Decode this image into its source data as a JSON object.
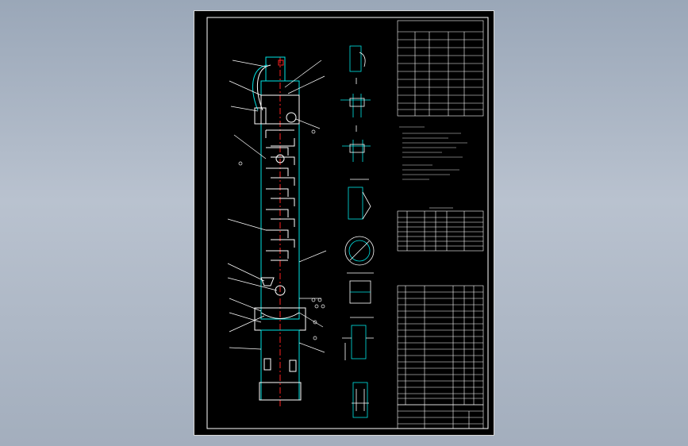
{
  "colors": {
    "background_top": "#9aa7b8",
    "background_bottom": "#a3aebd",
    "sheet": "#000000",
    "line_white": "#ffffff",
    "line_cyan": "#00e5e5",
    "center_line": "#ff2020"
  },
  "drawing": {
    "tables": {
      "process_params": {
        "rows": 12,
        "cols": 4
      },
      "nozzle_table": {
        "rows": 9,
        "cols": 6
      },
      "parts_list": {
        "rows": 22,
        "cols": 5
      }
    },
    "notes_lines": 9,
    "icons": [
      "tower-icon",
      "detail-icon",
      "table-icon",
      "title-block-icon"
    ]
  }
}
